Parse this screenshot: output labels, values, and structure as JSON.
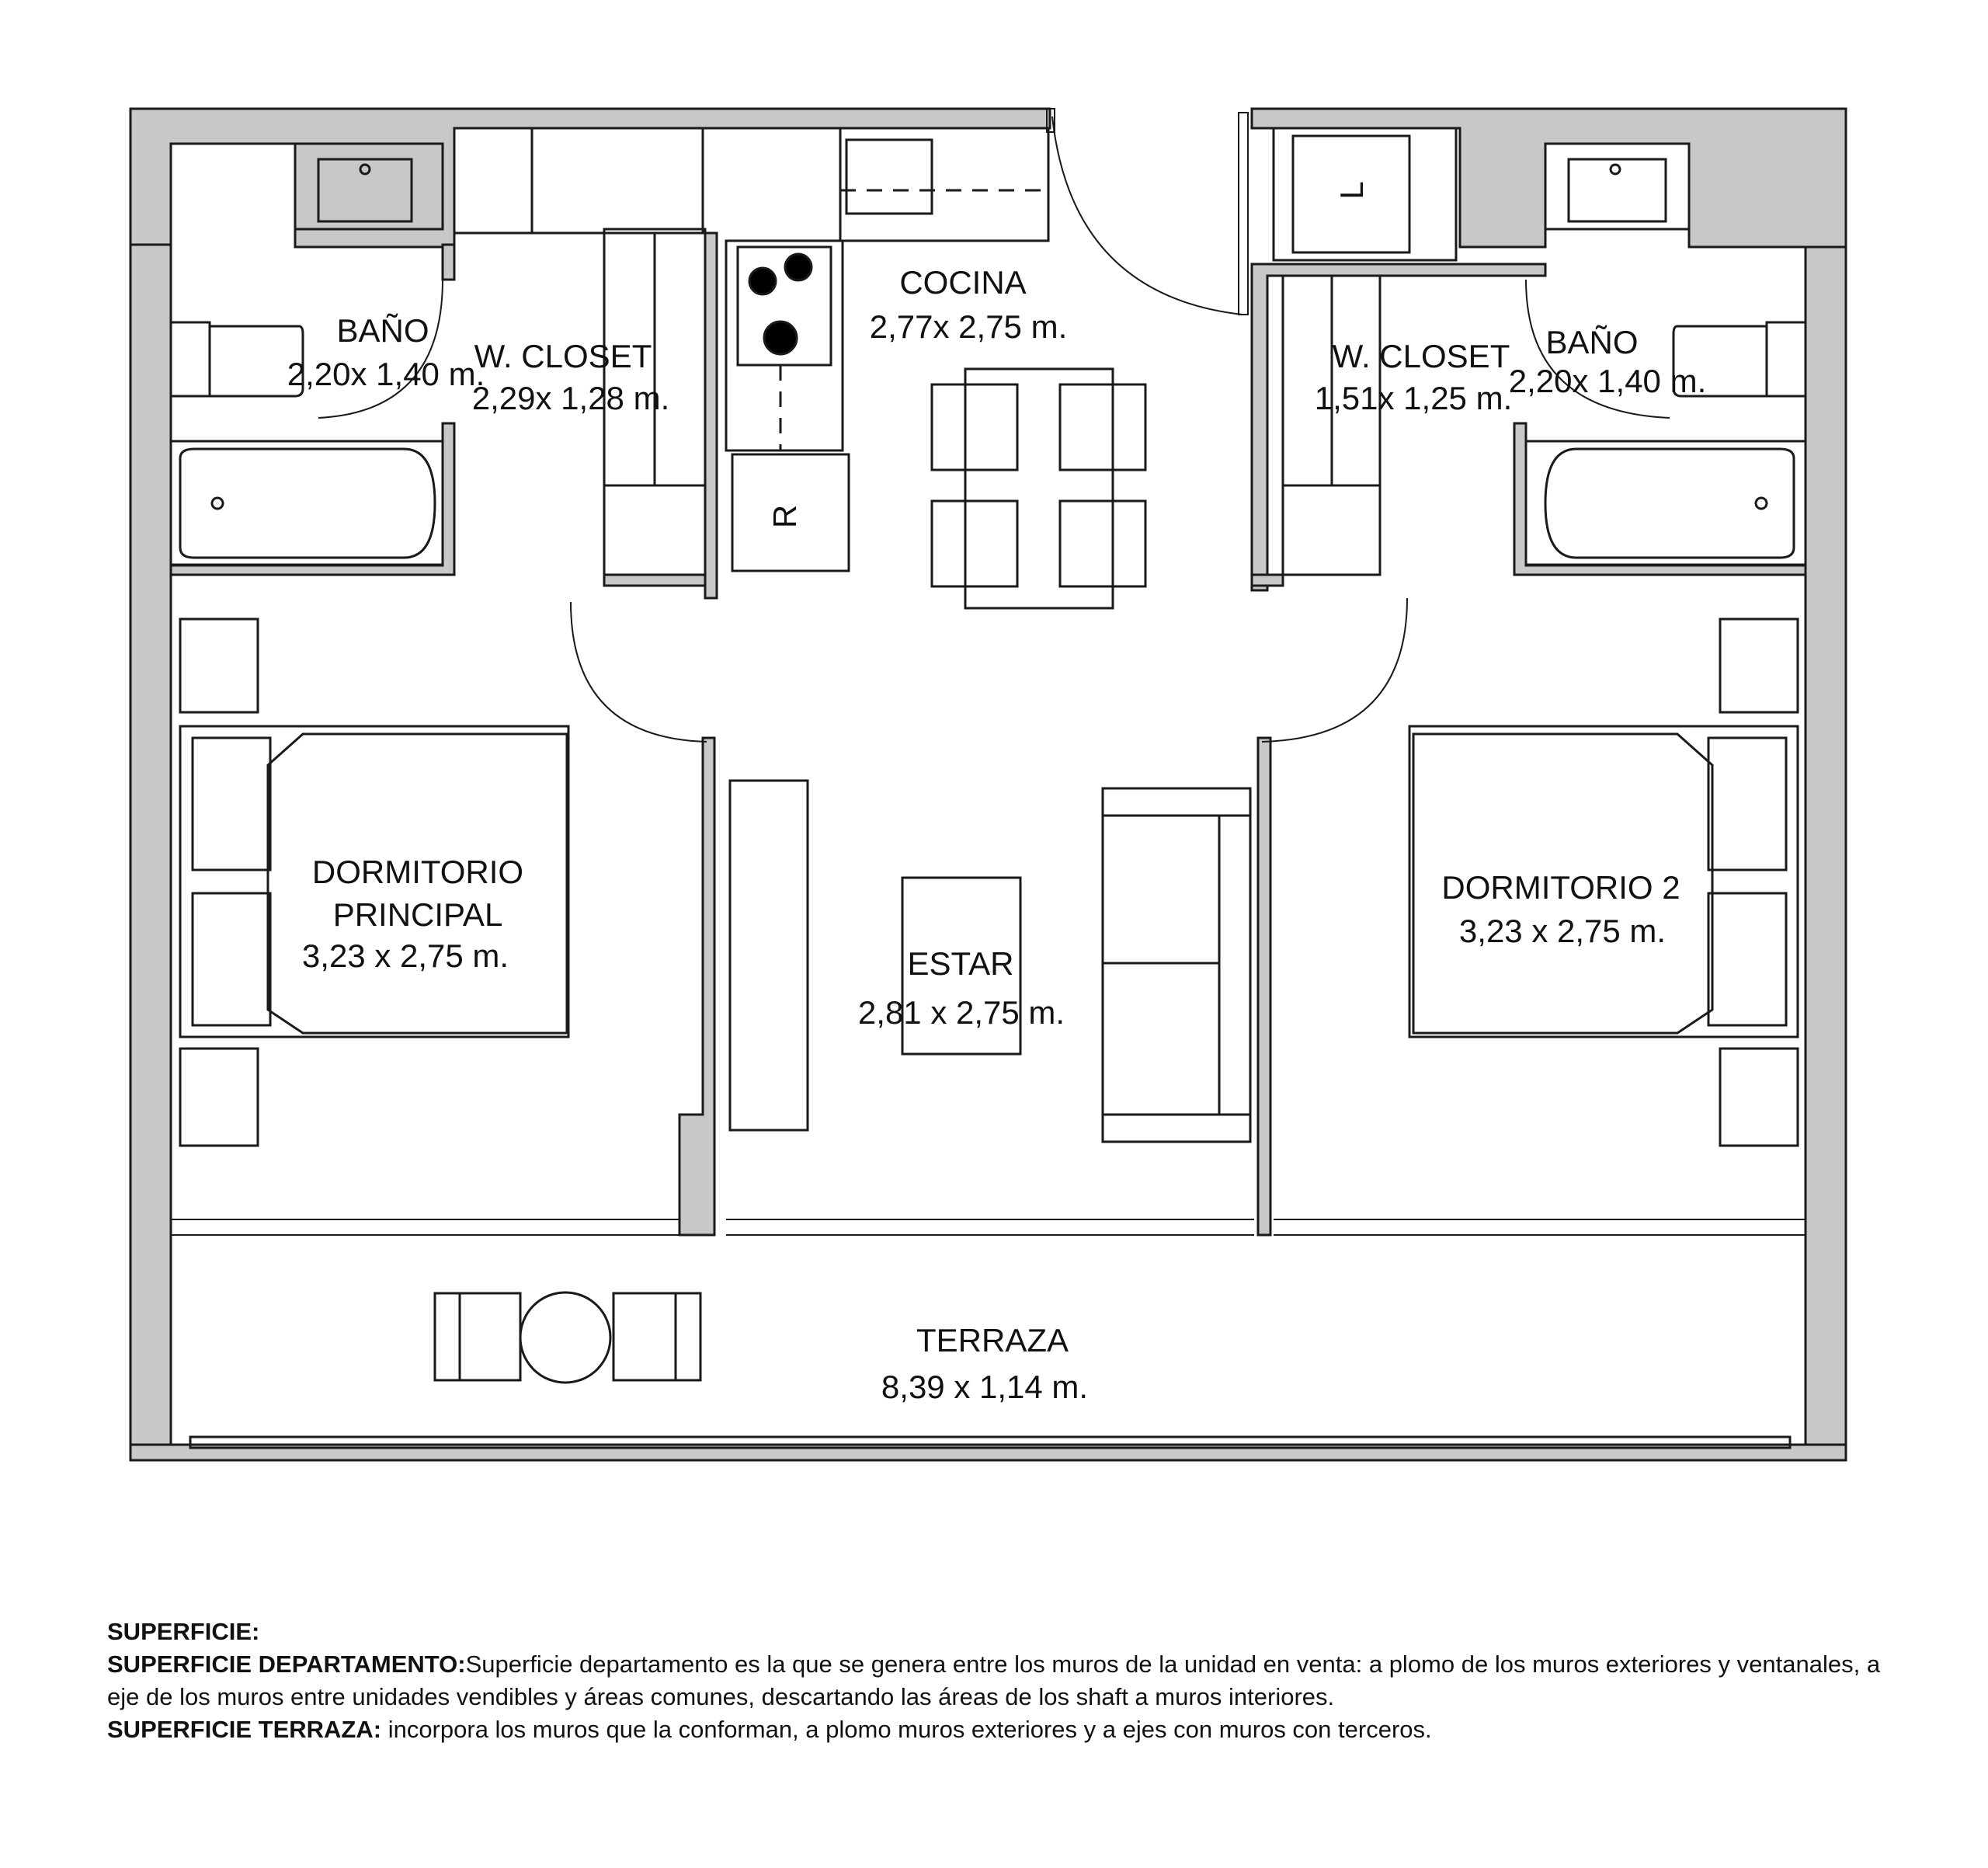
{
  "rooms": {
    "bano_left": {
      "name": "BAÑO",
      "size": "2,20x 1,40 m."
    },
    "wcloset_left": {
      "name": "W. CLOSET",
      "size": "2,29x 1,28 m."
    },
    "cocina": {
      "name": "COCINA",
      "size": "2,77x 2,75 m."
    },
    "wcloset_right": {
      "name": "W. CLOSET",
      "size": "1,51x 1,25 m."
    },
    "bano_right": {
      "name": "BAÑO",
      "size": "2,20x 1,40 m."
    },
    "dormitorio_principal": {
      "name_line1": "DORMITORIO",
      "name_line2": "PRINCIPAL",
      "size": "3,23 x 2,75 m."
    },
    "estar": {
      "name": "ESTAR",
      "size": "2,81 x 2,75 m."
    },
    "dormitorio_2": {
      "name": "DORMITORIO 2",
      "size": "3,23 x 2,75 m."
    },
    "terraza": {
      "name": "TERRAZA",
      "size": "8,39 x 1,14 m."
    }
  },
  "appliances": {
    "refrigerator": "R",
    "washer": "L"
  },
  "notes": {
    "heading": "SUPERFICIE:",
    "departamento_label": "SUPERFICIE DEPARTAMENTO:",
    "departamento_text": "Superficie departamento es la que se genera entre los muros de la unidad en venta: a plomo de los muros exteriores y ventanales, a eje de los muros entre unidades vendibles y áreas comunes, descartando las áreas de los shaft a muros interiores.",
    "terraza_label": "SUPERFICIE TERRAZA:",
    "terraza_text": " incorpora los muros que la conforman, a plomo muros exteriores y a ejes con muros con terceros."
  },
  "colors": {
    "wall": "#c8c8c8",
    "line": "#1a1a1a"
  }
}
